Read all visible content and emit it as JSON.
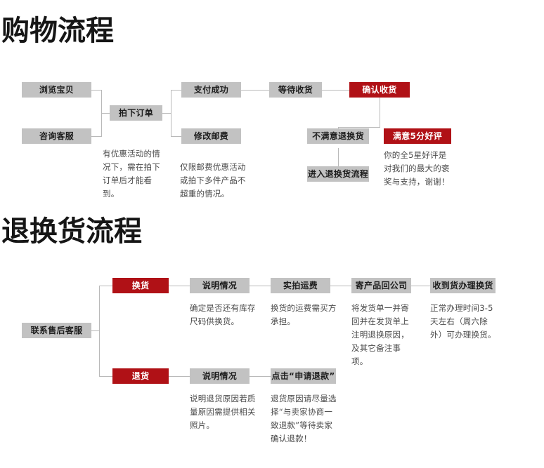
{
  "page": {
    "background": "#ffffff",
    "accent_red": "#b01116",
    "box_gray": "#c2c2c2",
    "line_gray": "#b9b9b9",
    "text_dark": "#1d1d1d",
    "caption_gray": "#4a4a4a"
  },
  "shopping": {
    "title": "购物流程",
    "boxes": {
      "browse": "浏览宝贝",
      "consult": "咨询客服",
      "place_order": "拍下订单",
      "pay_success": "支付成功",
      "modify_shipping": "修改邮费",
      "wait_receive": "等待收货",
      "confirm_receive": "确认收货",
      "dissatisfied_return": "不满意退换货",
      "enter_return_flow": "进入退换货流程",
      "satisfied_review": "满意5分好评"
    },
    "captions": {
      "place_order_note": "有优惠活动的情况下，需在拍下订单后才能看到。",
      "modify_shipping_note": "仅限邮费优惠活动或拍下多件产品不超重的情况。",
      "review_note": "你的全5星好评是对我们的最大的褒奖与支持，谢谢！"
    }
  },
  "returns": {
    "title": "退换货流程",
    "boxes": {
      "contact_service": "联系售后客服",
      "exchange": "换货",
      "exchange_explain": "说明情况",
      "exchange_shipping": "实拍运费",
      "send_back": "寄产品回公司",
      "received_process": "收到货办理换货",
      "refund": "退货",
      "refund_explain": "说明情况",
      "click_refund": "点击“申请退款”"
    },
    "captions": {
      "exchange_explain_note": "确定是否还有库存尺码供换货。",
      "exchange_shipping_note": "换货的运费需买方承担。",
      "send_back_note": "将发货单一并寄回并在发货单上注明退换原因，及其它备注事项。",
      "received_process_note": "正常办理时间3-5天左右（周六除外）可办理换货。",
      "refund_explain_note": "说明退货原因若质量原因需提供相关照片。",
      "click_refund_note": "退货原因请尽量选择“与卖家协商一致退款”等待卖家确认退款！"
    }
  }
}
